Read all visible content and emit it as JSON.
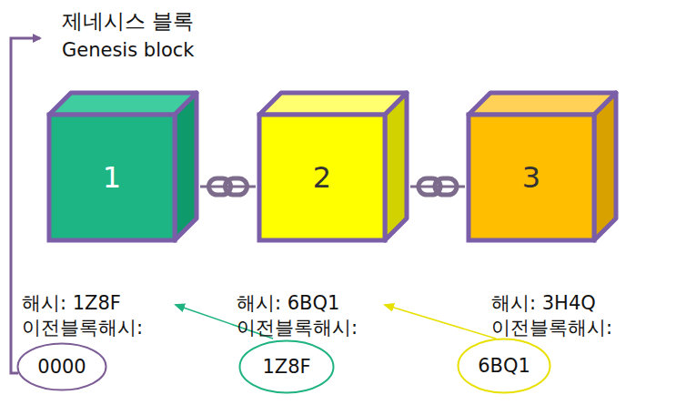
{
  "diagram": {
    "nodes": [
      {
        "text": [
          "1"
        ]
      },
      {
        "text": [
          "2"
        ]
      },
      {
        "text": [
          "3"
        ]
      },
      {
        "text": [
          "0000"
        ]
      },
      {
        "text": [
          "1Z8F"
        ]
      },
      {
        "text": [
          "6BQ1"
        ]
      }
    ],
    "edges": [
      {
        "from": 0,
        "to": 1,
        "arrow": "none"
      },
      {
        "from": 1,
        "to": 2,
        "arrow": "none"
      }
    ],
    "labels": [
      "제네시스 블록",
      "Genesis block",
      "해시: 1Z8F",
      "이전블록해시:",
      "해시: 6BQ1",
      "이전블록해시:",
      "해시: 3H4Q",
      "이전블록해시:"
    ]
  }
}
